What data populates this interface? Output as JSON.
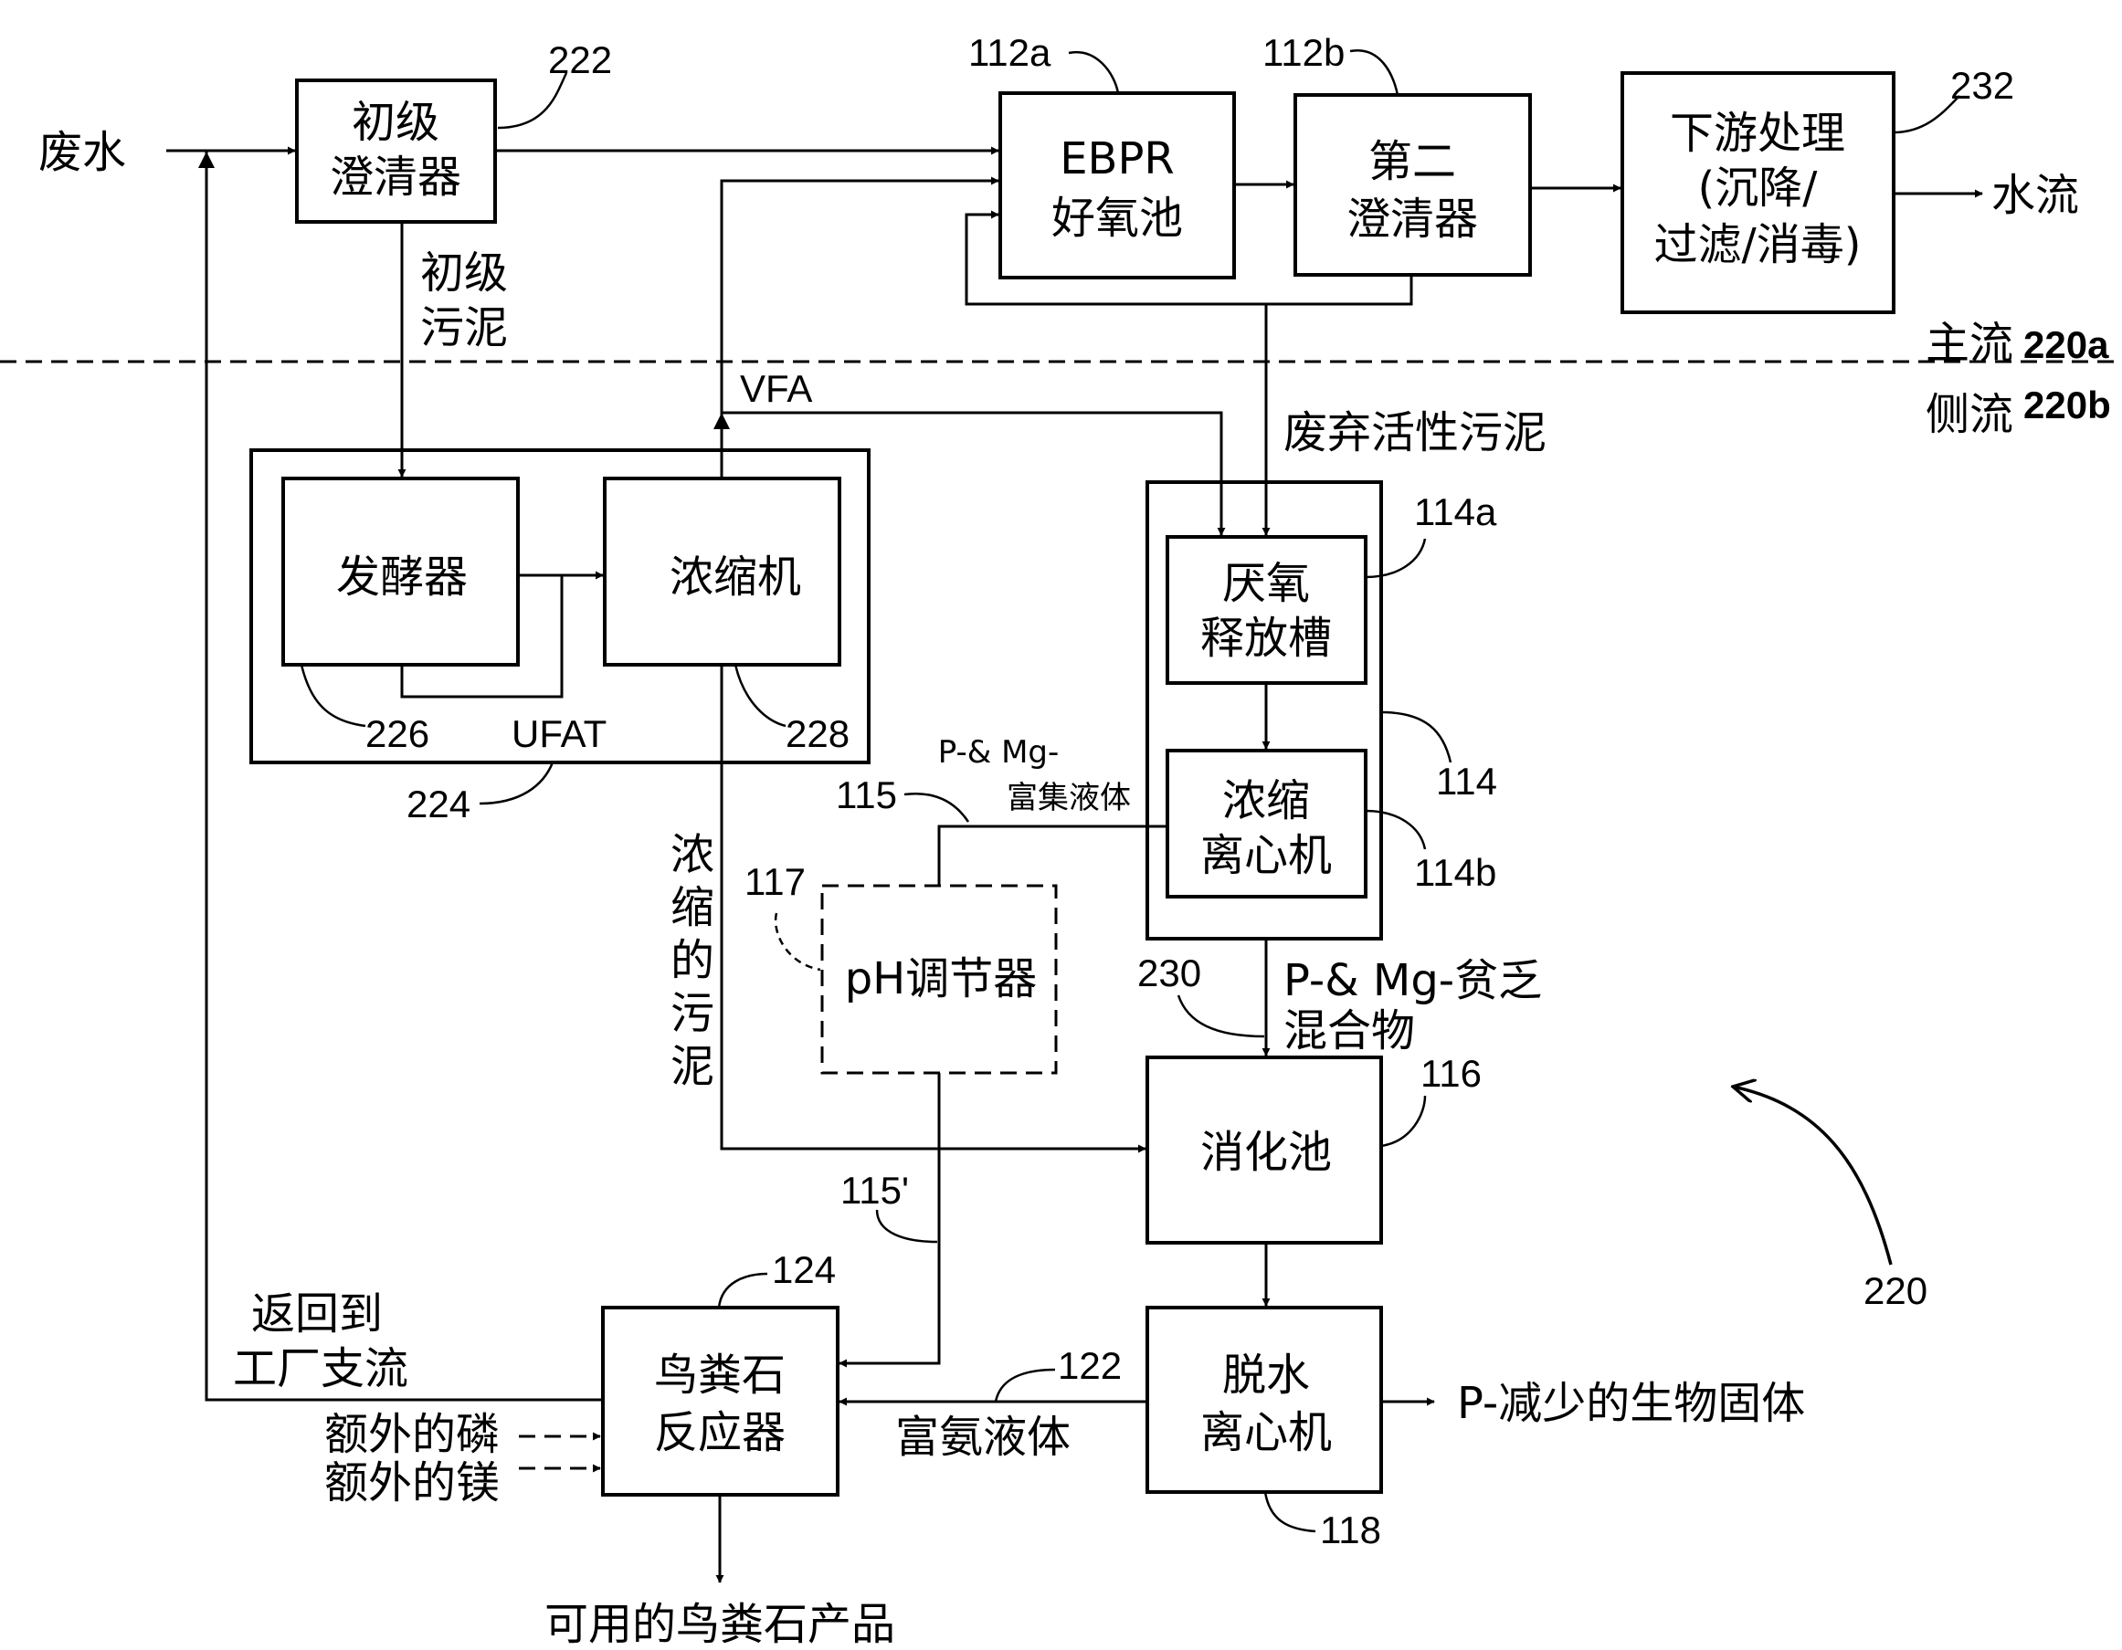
{
  "boxes": {
    "primary_clarifier": [
      "初级",
      "澄清器"
    ],
    "ebpr": [
      "EBPR",
      "好氧池"
    ],
    "second_clarifier": [
      "第二",
      "澄清器"
    ],
    "downstream": [
      "下游处理",
      "(沉降/",
      "过滤/消毒)"
    ],
    "fermenter": [
      "发酵器"
    ],
    "thickener": [
      "浓缩机"
    ],
    "anaerobic_tank": [
      "厌氧",
      "释放槽"
    ],
    "thickening_centrifuge": [
      "浓缩",
      "离心机"
    ],
    "ph_adjuster": [
      "pH调节器"
    ],
    "digester": [
      "消化池"
    ],
    "dewatering_centrifuge": [
      "脱水",
      "离心机"
    ],
    "struvite_reactor": [
      "鸟粪石",
      "反应器"
    ]
  },
  "flows": {
    "wastewater": "废水",
    "water_out": "水流",
    "primary_sludge": [
      "初级",
      "污泥"
    ],
    "vfa": "VFA",
    "was": "废弃活性污泥",
    "p_mg_rich": [
      "P-& Mg-",
      "富集液体"
    ],
    "p_mg_poor": [
      "P-& Mg-贫乏",
      "混合物"
    ],
    "thickened_sludge": [
      "浓",
      "缩",
      "的",
      "污",
      "泥"
    ],
    "return_to_plant": [
      "返回到",
      "工厂支流"
    ],
    "extra_p": "额外的磷",
    "extra_mg": "额外的镁",
    "ammonia_rich": "富氨液体",
    "struvite_product": "可用的鸟粪石产品",
    "biosolids": "P-减少的生物固体",
    "ufat": "UFAT"
  },
  "streams": {
    "main": "主流",
    "main_ref": "220a",
    "side": "侧流",
    "side_ref": "220b"
  },
  "refs": {
    "r222": "222",
    "r112a": "112a",
    "r112b": "112b",
    "r232": "232",
    "r226": "226",
    "r228": "228",
    "r224": "224",
    "r114a": "114a",
    "r114": "114",
    "r114b": "114b",
    "r115": "115",
    "r117": "117",
    "r230": "230",
    "r116": "116",
    "r115p": "115'",
    "r124": "124",
    "r122": "122",
    "r118": "118",
    "r220": "220"
  }
}
